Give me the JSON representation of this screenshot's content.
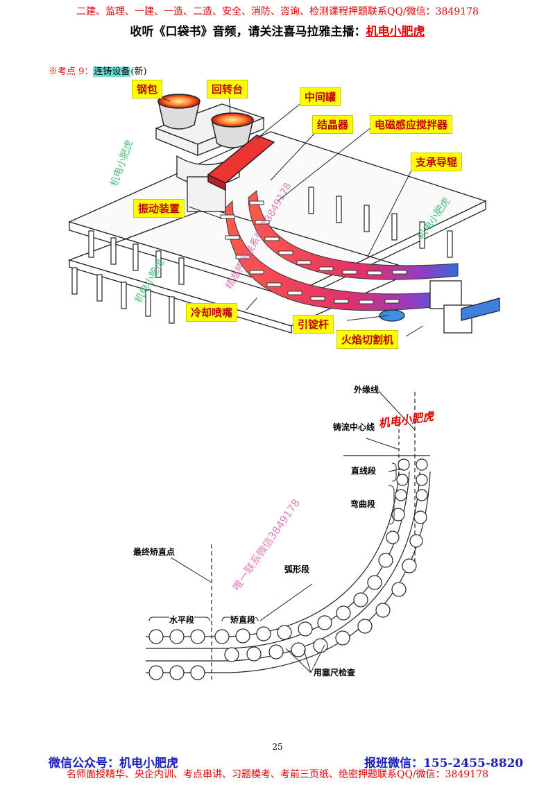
{
  "header": {
    "promo_line": "二建、监理、一建、一造、二造、安全、消防、咨询、检测课程押题联系QQ/微信：3849178",
    "listen_prefix": "收听《口袋书》音频，请关注喜马拉雅主播：",
    "listen_host": "机电小肥虎"
  },
  "key_point": {
    "prefix": "※考点 9：",
    "topic": "连铸设备",
    "suffix": "(新)"
  },
  "figure1": {
    "labels": {
      "ladle": "钢包",
      "turret": "回转台",
      "tundish": "中间罐",
      "mold": "结晶器",
      "stirrer": "电磁感应搅拌器",
      "support_roll": "支承导辊",
      "oscillator": "振动装置",
      "spray": "冷却喷嘴",
      "dummy_bar": "引锭杆",
      "torch_cutter": "火焰切割机"
    },
    "watermarks": {
      "brand_a": "机电小肥虎",
      "brand_b": "机电小肥虎",
      "brand_c": "机电小肥虎",
      "contact": "精准押题联系微信3849178"
    }
  },
  "figure2": {
    "labels": {
      "outer_line": "外缘线",
      "center_line": "铸流中心线",
      "straight": "直线段",
      "bending": "弯曲段",
      "arc": "弧形段",
      "final_straighten": "最终矫直点",
      "horizontal": "水平段",
      "straightening": "矫直段",
      "feeler_check": "用塞尺检查"
    },
    "brand": "机电小肥虎",
    "contact_watermark": "唯一联系微信3849178"
  },
  "page_number": "25",
  "footer": {
    "wechat_public": "微信公众号：机电小肥虎",
    "class_wechat": "报班微信：155-2455-8820",
    "slogan": "名师面授精华、央企内训、考点串讲、习题模考、考前三页纸、绝密押题联系QQ/微信：3849178"
  },
  "colors": {
    "red": "#e00000",
    "label_yellow": "#ffff00",
    "topic_highlight": "#6fe0d8",
    "footer_blue": "#1a20b8",
    "watermark_green": "#2db56a",
    "watermark_pink": "#d04b9b"
  }
}
